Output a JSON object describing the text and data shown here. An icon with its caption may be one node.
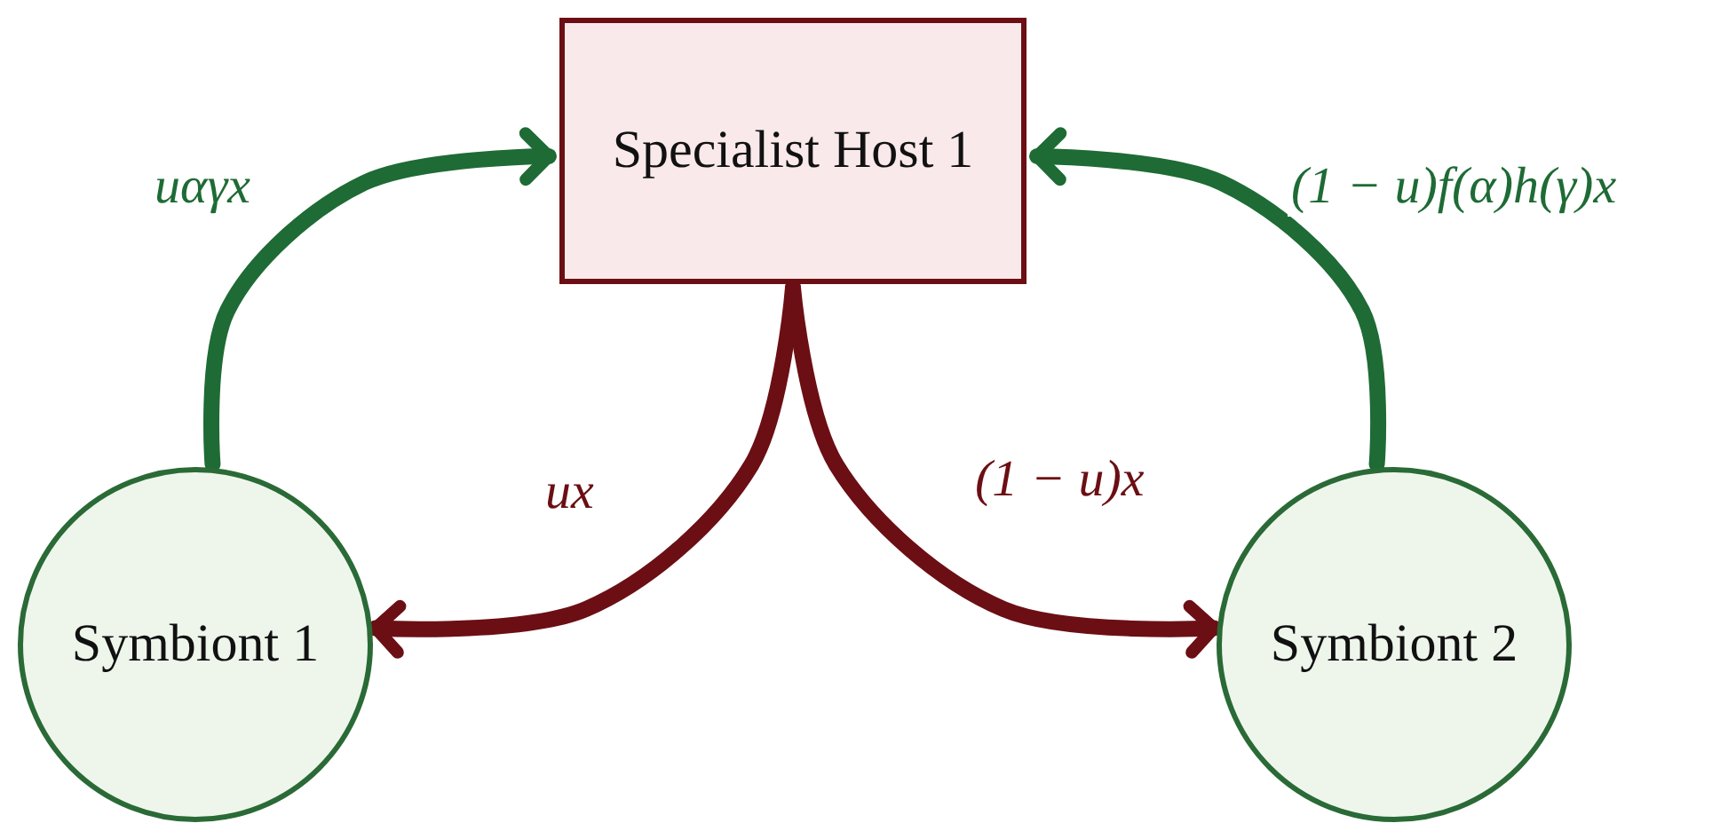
{
  "diagram": {
    "nodes": [
      {
        "text": [
          "Specialist Host 1"
        ]
      },
      {
        "text": [
          "Symbiont 1"
        ]
      },
      {
        "text": [
          "Symbiont 2"
        ]
      }
    ],
    "edges": [
      {
        "from": 1,
        "to": 0,
        "arrow": "to",
        "label": "uαγx",
        "color": "#1e6b35"
      },
      {
        "from": 2,
        "to": 0,
        "arrow": "to",
        "label": "(1 − u)f(α)h(γ)x",
        "color": "#1e6b35"
      },
      {
        "from": 0,
        "to": 1,
        "arrow": "to",
        "label": "ux",
        "color": "#6b0f14"
      },
      {
        "from": 0,
        "to": 2,
        "arrow": "to",
        "label": "(1 − u)x",
        "color": "#6b0f14"
      }
    ]
  }
}
